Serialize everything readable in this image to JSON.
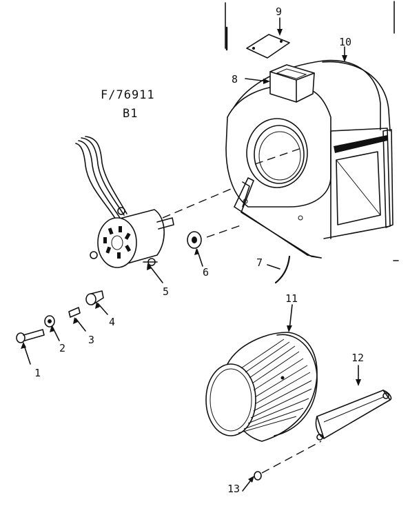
{
  "drawing": {
    "model_number": "F/76911",
    "sub_label": "B1"
  },
  "callouts": {
    "c1": "1",
    "c2": "2",
    "c3": "3",
    "c4": "4",
    "c5": "5",
    "c6": "6",
    "c7": "7",
    "c8": "8",
    "c9": "9",
    "c10": "10",
    "c11": "11",
    "c12": "12",
    "c13": "13"
  }
}
